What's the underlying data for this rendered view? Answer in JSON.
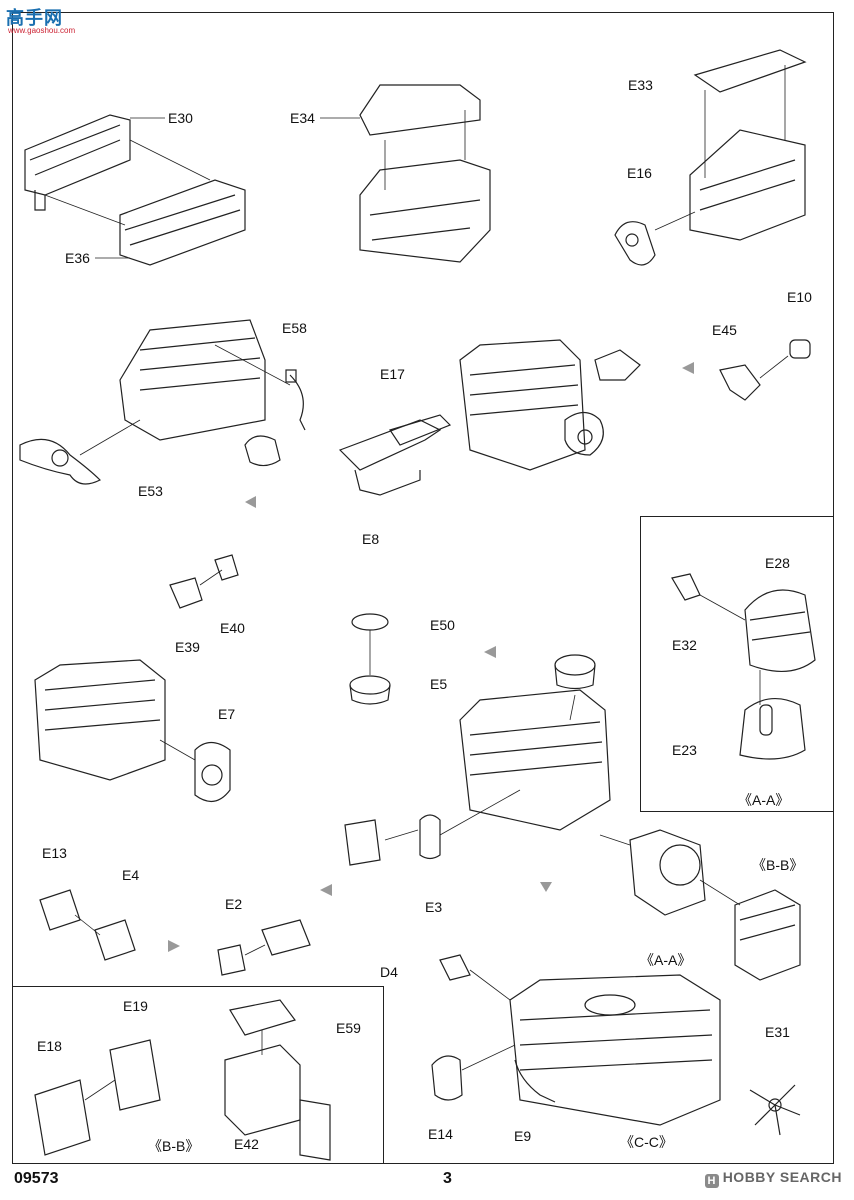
{
  "watermark": {
    "cn_text": "高手网",
    "url_text": "www.gaoshou.com"
  },
  "part_labels": {
    "E30": "E30",
    "E34": "E34",
    "E33": "E33",
    "E36": "E36",
    "E16": "E16",
    "E58": "E58",
    "E10": "E10",
    "E45": "E45",
    "E17": "E17",
    "E53": "E53",
    "E8": "E8",
    "E28": "E28",
    "E32": "E32",
    "E39": "E39",
    "E40": "E40",
    "E50": "E50",
    "E5": "E5",
    "E7": "E7",
    "E23": "E23",
    "E13": "E13",
    "E4": "E4",
    "E2": "E2",
    "E3": "E3",
    "D4": "D4",
    "E19": "E19",
    "E18": "E18",
    "E59": "E59",
    "E31": "E31",
    "E14": "E14",
    "E9": "E9",
    "E42": "E42"
  },
  "section_labels": {
    "aa_box": "《A-A》",
    "aa_main": "《A-A》",
    "bb_main": "《B-B》",
    "bb_box": "《B-B》",
    "cc_main": "《C-C》"
  },
  "footer": {
    "code": "09573",
    "page": "3",
    "site": "HOBBY SEARCH",
    "site_icon": "H"
  }
}
